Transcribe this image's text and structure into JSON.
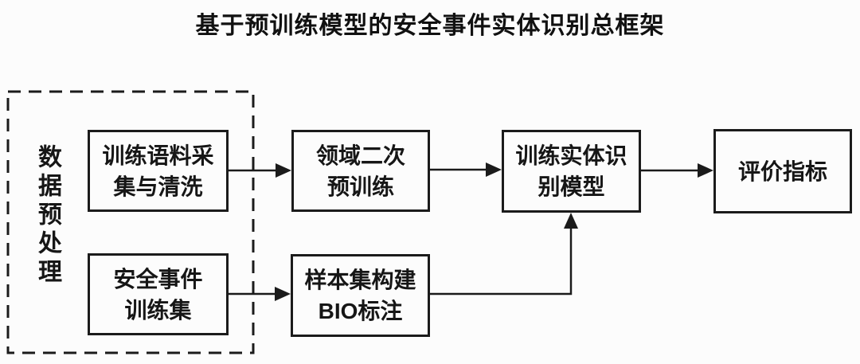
{
  "title": "基于预训练模型的安全事件实体识别总框架",
  "diagram": {
    "group": {
      "label": "数据预处理"
    },
    "nodes": {
      "corpus": {
        "label": "训练语料采\n集与清洗"
      },
      "trainset": {
        "label": "安全事件\n训练集"
      },
      "pretrain": {
        "label": "领域二次\n预训练"
      },
      "bio": {
        "label": "样本集构建\nBIO标注"
      },
      "train_model": {
        "label": "训练实体识\n别模型"
      },
      "metrics": {
        "label": "评价指标"
      }
    },
    "edges": [
      {
        "from": "训练语料采集与清洗",
        "to": "领域二次预训练"
      },
      {
        "from": "安全事件训练集",
        "to": "样本集构建BIO标注"
      },
      {
        "from": "领域二次预训练",
        "to": "训练实体识别模型"
      },
      {
        "from": "样本集构建BIO标注",
        "to": "训练实体识别模型"
      },
      {
        "from": "训练实体识别模型",
        "to": "评价指标"
      }
    ],
    "colors": {
      "line": "#1b1b1b",
      "background": "#fcfcfc",
      "text": "#161616"
    }
  }
}
